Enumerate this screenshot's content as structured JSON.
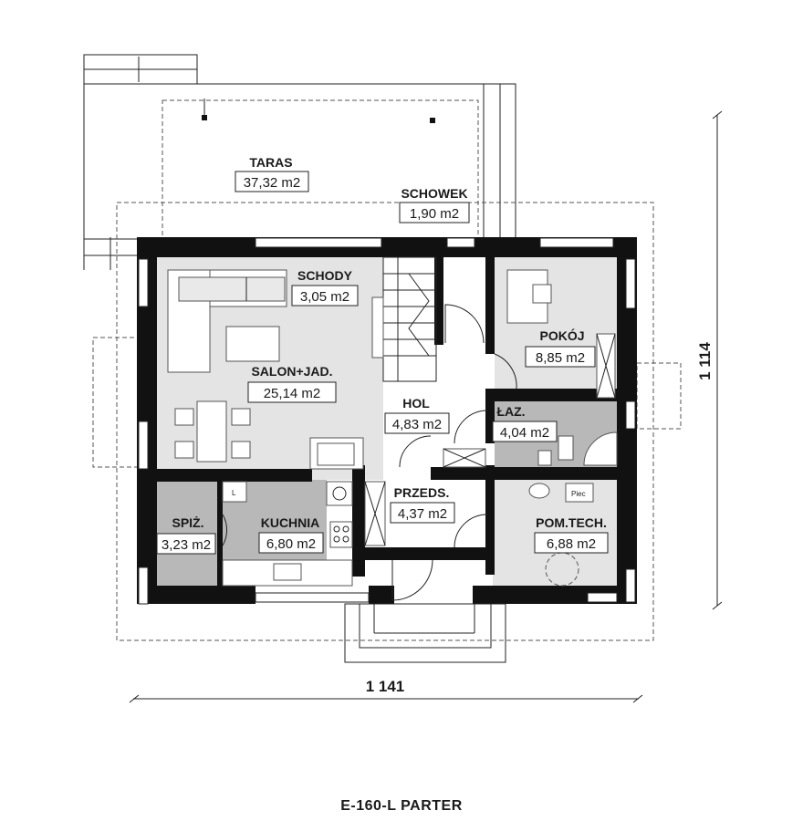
{
  "title": "E-160-L PARTER",
  "dimensions": {
    "width": "1 141",
    "height": "1 114"
  },
  "rooms": {
    "taras": {
      "name": "TARAS",
      "area": "37,32 m2"
    },
    "schowek": {
      "name": "SCHOWEK",
      "area": "1,90 m2"
    },
    "schody": {
      "name": "SCHODY",
      "area": "3,05 m2"
    },
    "salon": {
      "name": "SALON+JAD.",
      "area": "25,14 m2"
    },
    "pokoj": {
      "name": "POKÓJ",
      "area": "8,85 m2"
    },
    "hol": {
      "name": "HOL",
      "area": "4,83 m2"
    },
    "laz": {
      "name": "ŁAZ.",
      "area": "4,04 m2"
    },
    "spiz": {
      "name": "SPIŻ.",
      "area": "3,23 m2"
    },
    "kuchnia": {
      "name": "KUCHNIA",
      "area": "6,80 m2"
    },
    "przeds": {
      "name": "PRZEDS.",
      "area": "4,37 m2"
    },
    "pomtech": {
      "name": "POM.TECH.",
      "area": "6,88 m2"
    }
  },
  "fixtures": {
    "fridge_label": "L",
    "boiler_label": "Piec"
  },
  "colors": {
    "wall": "#111111",
    "floor_light": "#e4e4e4",
    "floor_dark": "#b8b8b8",
    "floor_white": "#ffffff"
  }
}
